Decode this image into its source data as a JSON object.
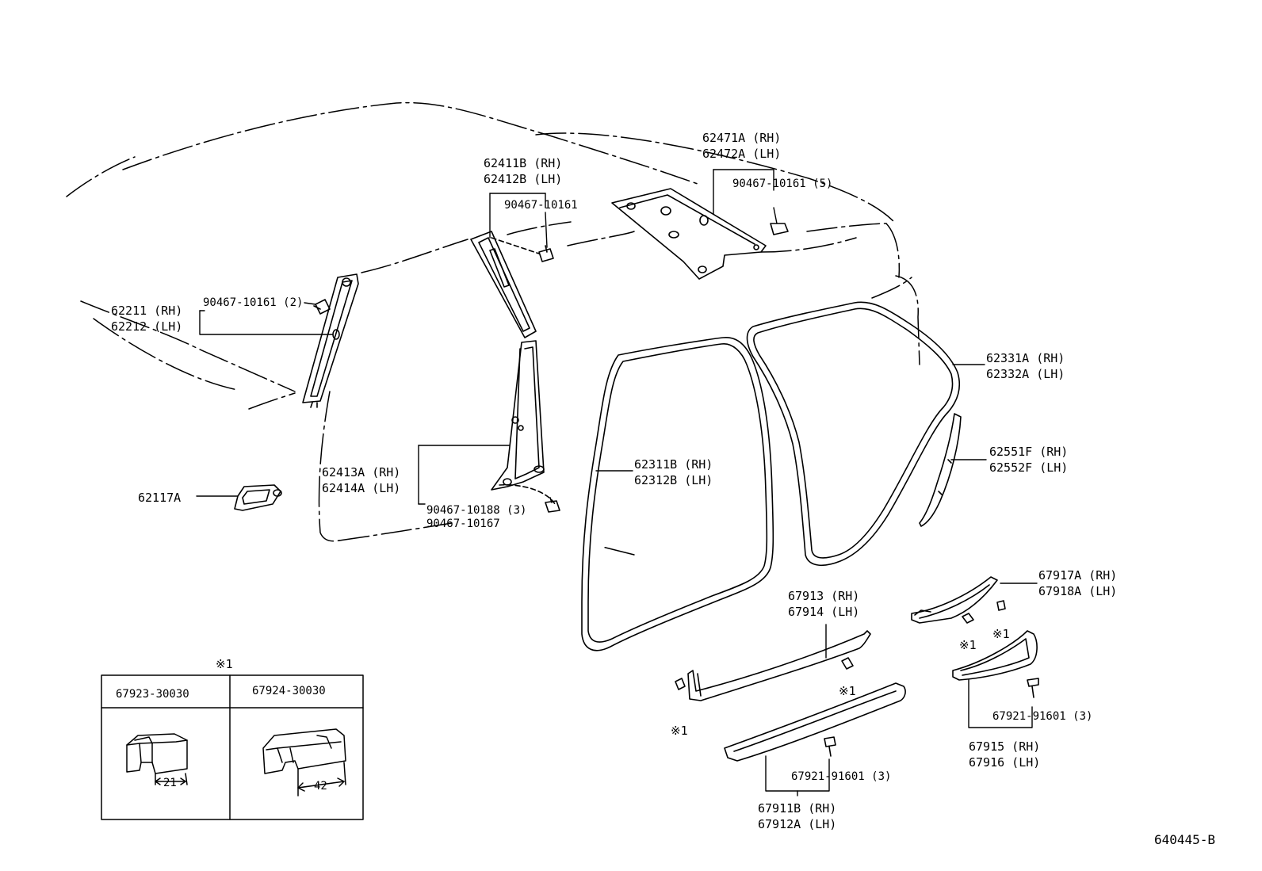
{
  "callouts": {
    "c62471": [
      "62471A (RH)",
      "62472A (LH)"
    ],
    "clip_rear_qtr": "90467-10161 (5)",
    "c62411": [
      "62411B (RH)",
      "62412B (LH)"
    ],
    "clip_b_upper": "90467-10161",
    "clip_a_pillar": "90467-10161 (2)",
    "c62211": [
      "62211 (RH)",
      "62212 (LH)"
    ],
    "c62331": [
      "62331A (RH)",
      "62332A (LH)"
    ],
    "c62551": [
      "62551F (RH)",
      "62552F (LH)"
    ],
    "c62311": [
      "62311B (RH)",
      "62312B (LH)"
    ],
    "c62413": [
      "62413A (RH)",
      "62414A (LH)"
    ],
    "clips_b_lower": [
      "90467-10188 (3)",
      "90467-10167"
    ],
    "c62117": "62117A",
    "c67917": [
      "67917A (RH)",
      "67918A (LH)"
    ],
    "c67913": [
      "67913 (RH)",
      "67914 (LH)"
    ],
    "mark_a": "※1",
    "mark_b": "※1",
    "mark_c": "※1",
    "mark_d": "※1",
    "screw_rear": "67921-91601 (3)",
    "c67915": [
      "67915 (RH)",
      "67916 (LH)"
    ],
    "screw_front": "67921-91601 (3)",
    "c67911": [
      "67911B (RH)",
      "67912A (LH)"
    ],
    "figure_ref": "640445-B"
  },
  "legend_table": {
    "mark": "※1",
    "col1_part": "67923-30030",
    "col1_dim": "21",
    "col2_part": "67924-30030",
    "col2_dim": "42"
  }
}
